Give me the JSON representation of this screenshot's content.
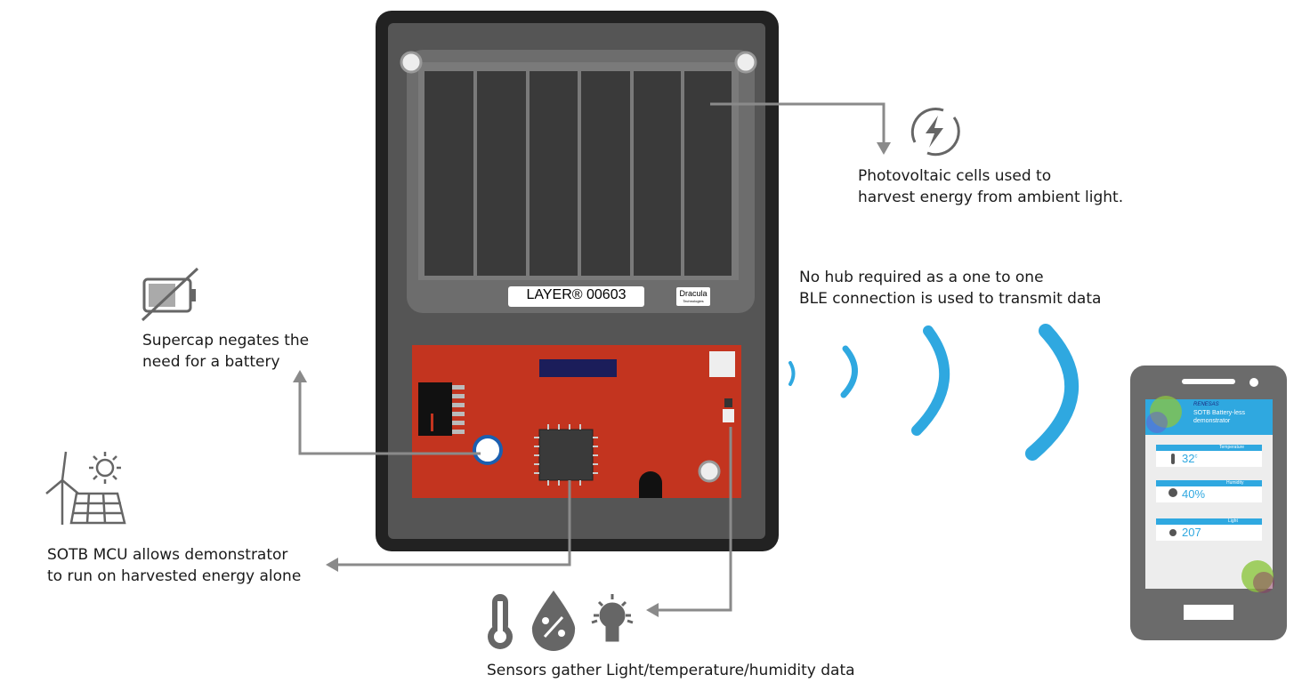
{
  "device": {
    "label": "LAYER® 00603",
    "brand_line1": "Dracula",
    "brand_line2": "Technologies"
  },
  "callouts": {
    "photovoltaic": [
      "Photovoltaic cells used to",
      "harvest energy from ambient light."
    ],
    "ble": [
      "No hub required as a one to one",
      "BLE connection is used to transmit data"
    ],
    "supercap": [
      "Supercap negates the",
      "need for a battery"
    ],
    "mcu": [
      "SOTB MCU allows demonstrator",
      "to run on harvested energy alone"
    ],
    "sensors": "Sensors gather Light/temperature/humidity data"
  },
  "phone": {
    "brand": "RENESAS",
    "title_line1": "SOTB Battery-less",
    "title_line2": "demonstrator",
    "cards": [
      {
        "label": "Temperature",
        "value": "32",
        "unit": "c",
        "icon": "thermometer-icon"
      },
      {
        "label": "Humidity",
        "value": "40%",
        "icon": "humidity-drop-icon"
      },
      {
        "label": "Light",
        "value": "207",
        "icon": "light-bulb-icon"
      }
    ]
  },
  "icons": [
    "energy-harvest-icon",
    "no-battery-icon",
    "wind-solar-icon",
    "thermometer-icon",
    "humidity-drop-icon",
    "light-bulb-icon",
    "ble-signal-waves"
  ],
  "colors": {
    "pcb": "#c3341f",
    "signal": "#2fa8e0",
    "arrow": "#8a8a8a",
    "phone_header": "#2fa8e0"
  }
}
